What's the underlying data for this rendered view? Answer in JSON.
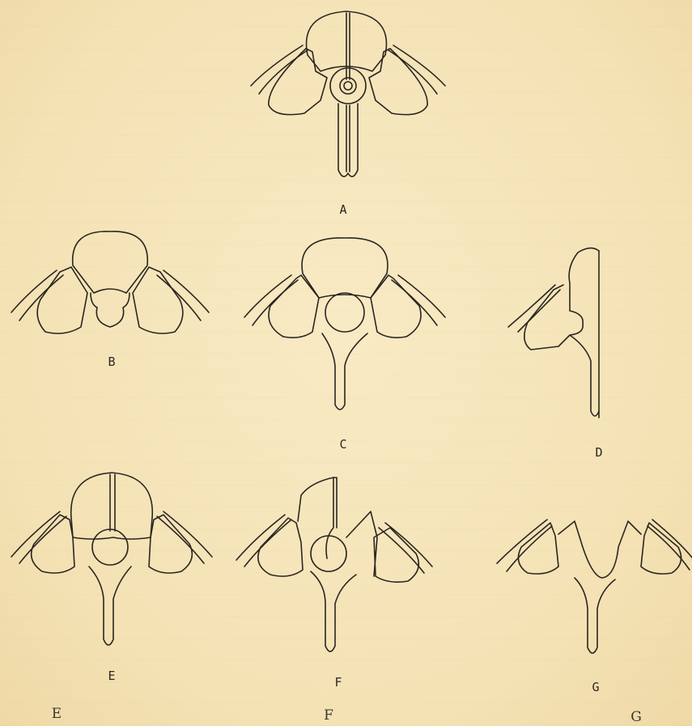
{
  "figure": {
    "labels": {
      "a": "A",
      "b": "B",
      "c": "C",
      "d": "D",
      "e": "E",
      "f": "F",
      "g": "G"
    },
    "captions": {
      "e": "E",
      "f": "F",
      "g": "G"
    },
    "colors": {
      "paper": "#f6e6bd",
      "ink": "#2a2620"
    }
  }
}
